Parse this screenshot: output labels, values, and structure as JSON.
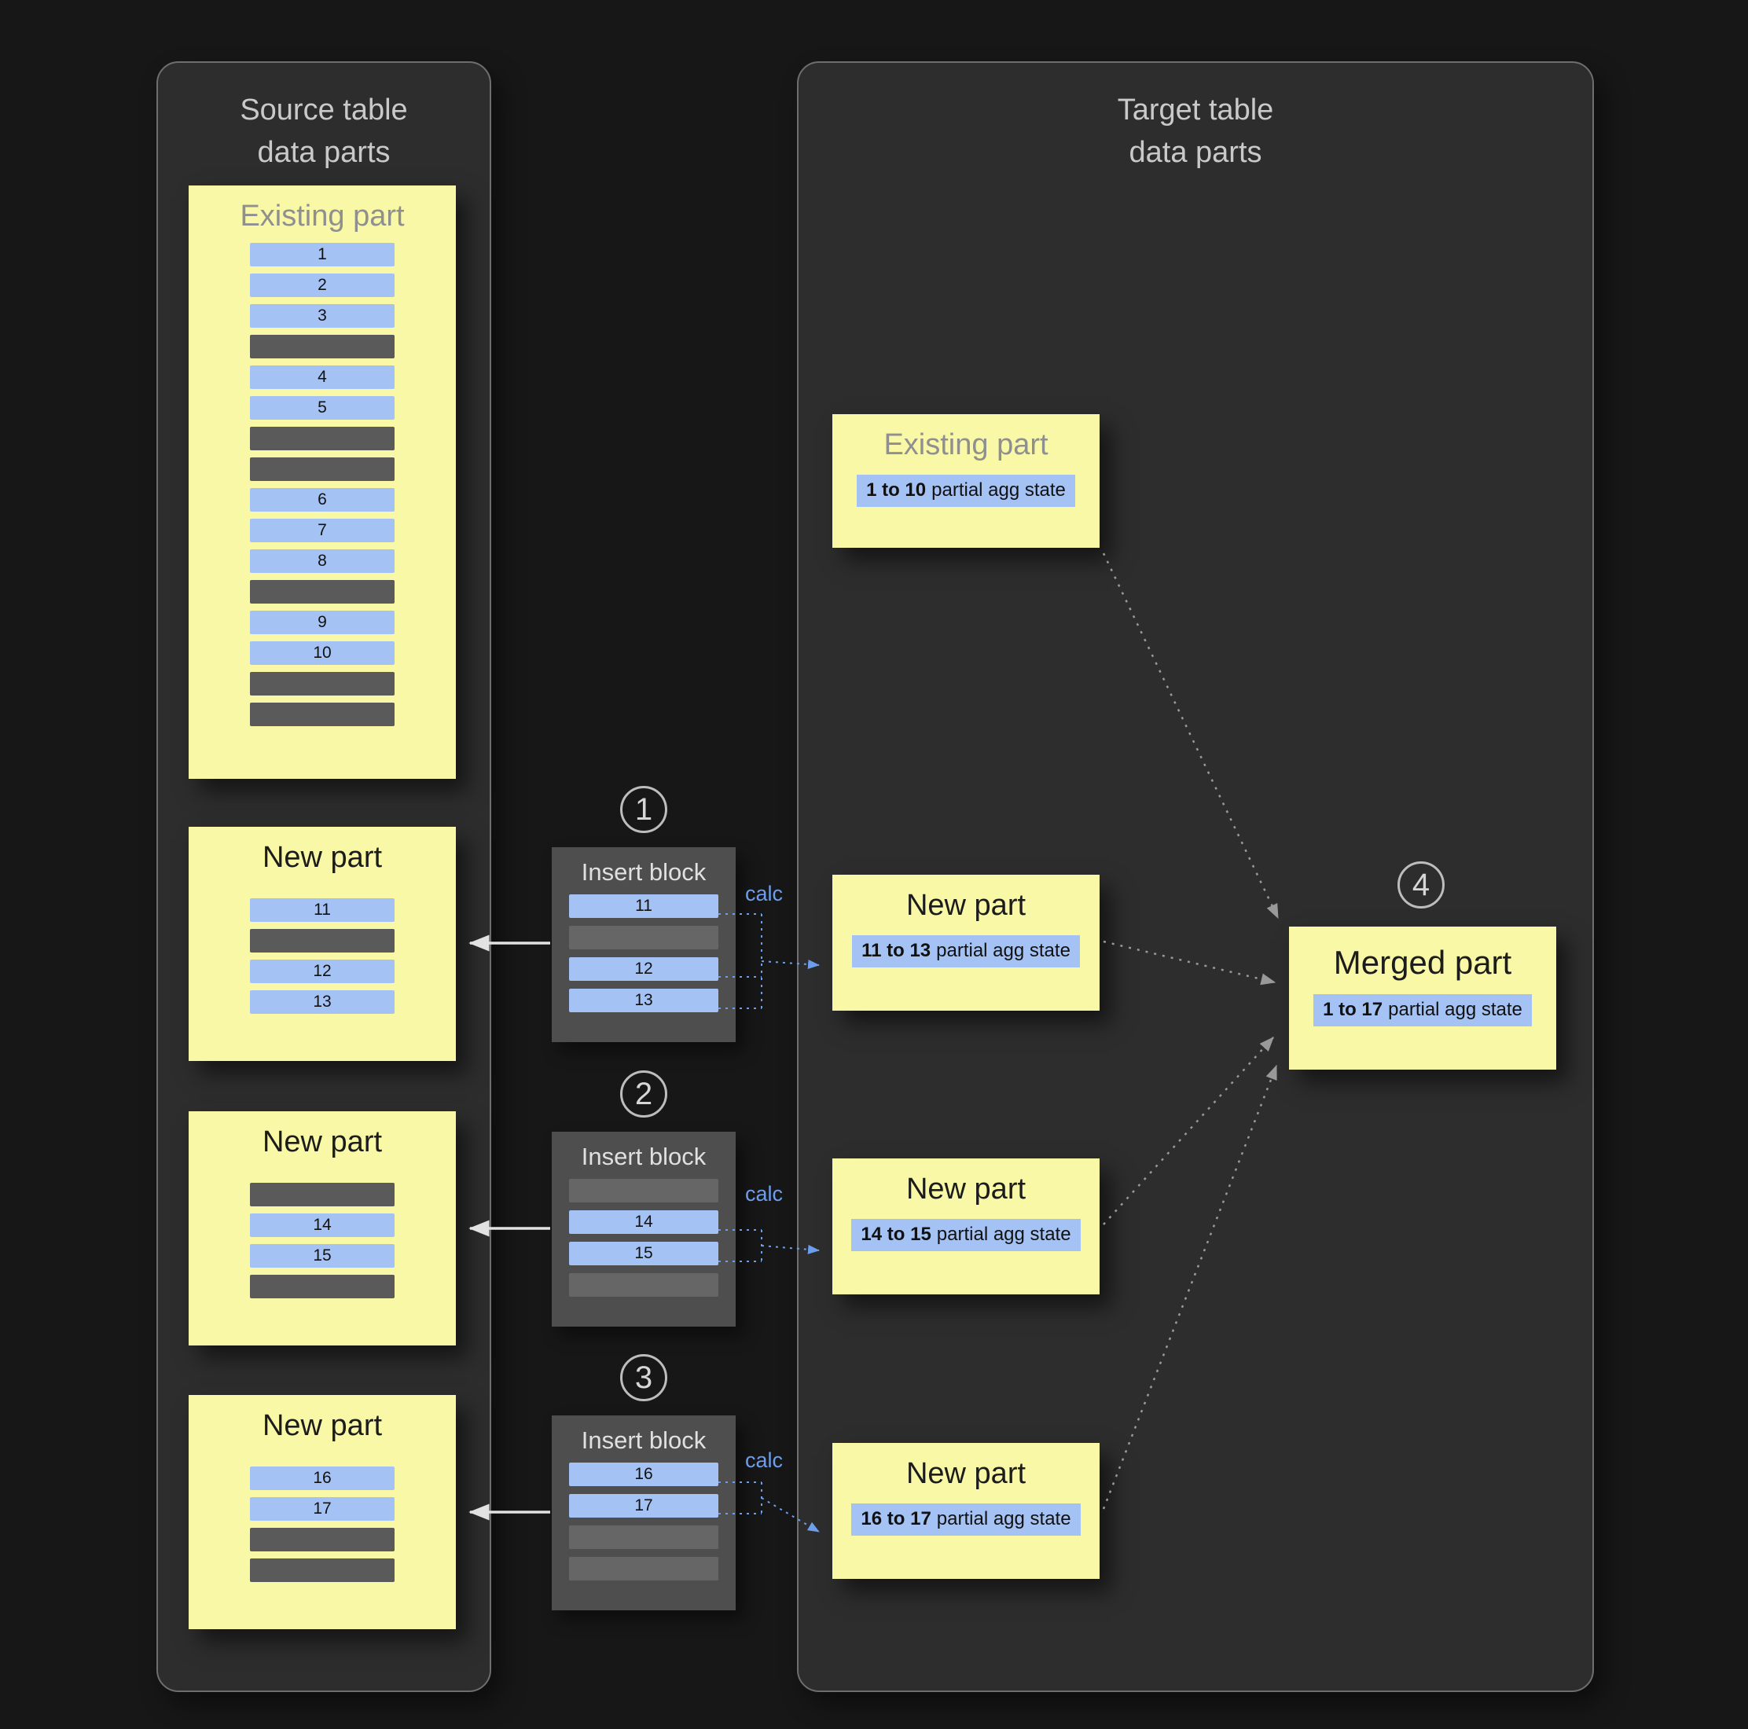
{
  "source_panel": {
    "title": "Source table\ndata parts",
    "existing_part": {
      "title": "Existing part",
      "rows": [
        "1",
        "2",
        "3",
        "",
        "4",
        "5",
        "",
        "",
        "6",
        "7",
        "8",
        "",
        "9",
        "10",
        "",
        ""
      ]
    },
    "new_parts": [
      {
        "title": "New part",
        "rows": [
          "11",
          "",
          "12",
          "13"
        ]
      },
      {
        "title": "New part",
        "rows": [
          "",
          "14",
          "15",
          ""
        ]
      },
      {
        "title": "New part",
        "rows": [
          "16",
          "17",
          "",
          ""
        ]
      }
    ]
  },
  "insert_blocks": [
    {
      "step": "1",
      "title": "Insert block",
      "calc": "calc",
      "rows": [
        "11",
        "",
        "12",
        "13"
      ]
    },
    {
      "step": "2",
      "title": "Insert block",
      "calc": "calc",
      "rows": [
        "",
        "14",
        "15",
        ""
      ]
    },
    {
      "step": "3",
      "title": "Insert block",
      "calc": "calc",
      "rows": [
        "16",
        "17",
        "",
        ""
      ]
    }
  ],
  "target_panel": {
    "title": "Target table\ndata parts",
    "existing_part": {
      "title": "Existing part",
      "badge": {
        "bold": "1 to 10",
        "text": "partial agg state"
      }
    },
    "new_parts": [
      {
        "title": "New part",
        "badge": {
          "bold": "11 to 13",
          "text": "partial agg state"
        }
      },
      {
        "title": "New part",
        "badge": {
          "bold": "14 to 15",
          "text": "partial agg state"
        }
      },
      {
        "title": "New part",
        "badge": {
          "bold": "16 to 17",
          "text": "partial agg state"
        }
      }
    ],
    "merged_part": {
      "step": "4",
      "title": "Merged part",
      "badge": {
        "bold": "1 to 17",
        "text": "partial agg state"
      }
    }
  },
  "colors": {
    "bg": "#171717",
    "panel": "#2d2d2d",
    "panel-border": "#6e6e6e",
    "card-yellow": "#f8f8a6",
    "row-blue": "#a4c2f4",
    "row-gray": "#5a5a5a",
    "insert-bg": "#4e4e4e",
    "insert-row-gray": "#666666",
    "text-light": "#c9c9c9",
    "muted-title": "#8f8f8f",
    "calc-blue": "#6d9eeb",
    "arrow-white": "#e2e2e2",
    "arrow-gray": "#999999"
  }
}
